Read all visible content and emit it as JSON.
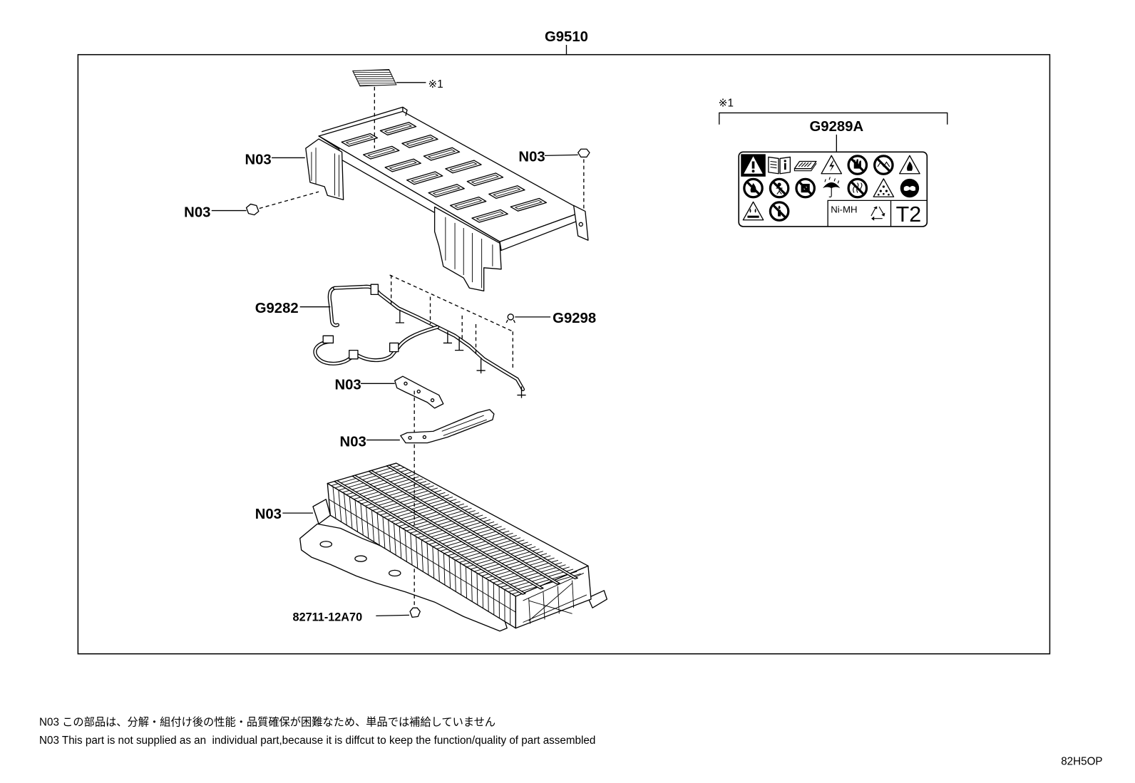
{
  "diagram": {
    "assembly_part_number": "G9510",
    "label_sheet_note_mark": "※1",
    "callouts": {
      "tray_end_bracket": "N03",
      "tray_nut": "N03",
      "tray_bolt": "N03",
      "wire_harness": "G9282",
      "harness_clip": "G9298",
      "upper_bracket": "N03",
      "lower_bracket": "N03",
      "battery_module": "N03",
      "bottom_nut": "82711-12A70"
    },
    "caution_label": {
      "note_mark": "※1",
      "part_number": "G9289A",
      "battery_type": "Ni-MH",
      "grade_mark": "T2",
      "icons": [
        "warning-icon",
        "read-manual-icon",
        "manual-booklet-icon",
        "high-voltage-icon",
        "no-touch-icon",
        "no-short-circuit-icon",
        "flammable-icon",
        "no-fire-icon",
        "no-children-icon",
        "no-disassembly-icon",
        "keep-dry-icon",
        "no-heat-icon",
        "explosive-gas-icon",
        "eye-protection-icon",
        "corrosive-icon",
        "no-open-flame-icon",
        "recycle-icon"
      ]
    }
  },
  "footnotes": [
    "N03 この部品は、分解・組付け後の性能・品質確保が困難なため、単品では補給していません",
    "N03 This part is not supplied as an  individual part,because it is diffcut to keep the function/quality of part assembled"
  ],
  "drawing_code": "82H5OP",
  "colors": {
    "ink": "#000000",
    "paper": "#ffffff"
  }
}
